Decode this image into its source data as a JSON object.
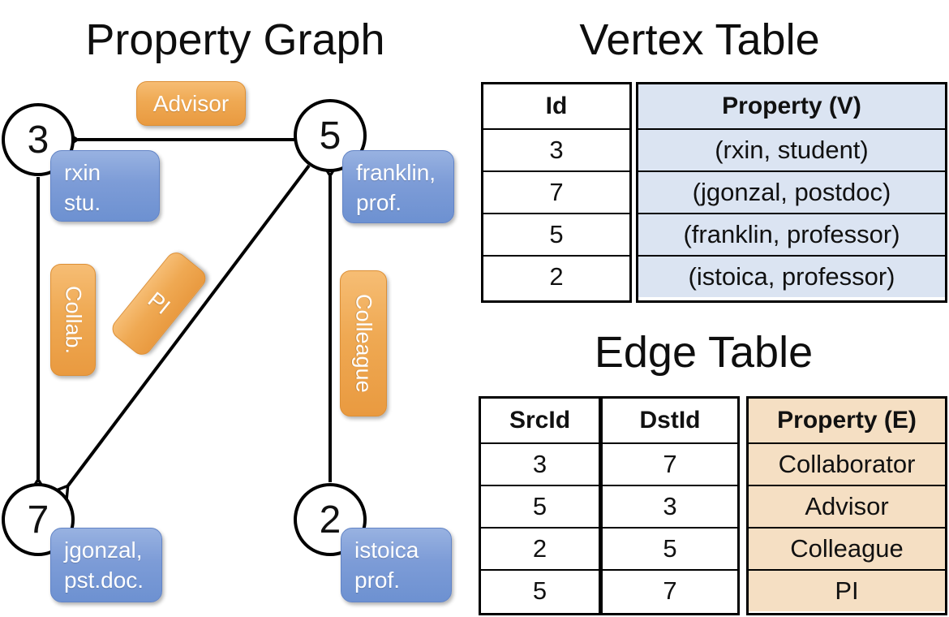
{
  "titles": {
    "graph": "Property Graph",
    "vertex_table": "Vertex Table",
    "edge_table": "Edge Table"
  },
  "graph": {
    "nodes": [
      {
        "id": "3",
        "label_line1": "rxin",
        "label_line2": "stu."
      },
      {
        "id": "5",
        "label_line1": "franklin,",
        "label_line2": "prof."
      },
      {
        "id": "7",
        "label_line1": "jgonzal,",
        "label_line2": "pst.doc."
      },
      {
        "id": "2",
        "label_line1": "istoica",
        "label_line2": "prof."
      }
    ],
    "edge_labels": {
      "advisor": "Advisor",
      "collab": "Collab.",
      "pi": "PI",
      "colleague": "Colleague"
    }
  },
  "vertex_table": {
    "headers": {
      "id": "Id",
      "property": "Property (V)"
    },
    "rows": [
      {
        "id": "3",
        "property": "(rxin, student)"
      },
      {
        "id": "7",
        "property": "(jgonzal, postdoc)"
      },
      {
        "id": "5",
        "property": "(franklin, professor)"
      },
      {
        "id": "2",
        "property": "(istoica, professor)"
      }
    ]
  },
  "edge_table": {
    "headers": {
      "src": "SrcId",
      "dst": "DstId",
      "property": "Property (E)"
    },
    "rows": [
      {
        "src": "3",
        "dst": "7",
        "property": "Collaborator"
      },
      {
        "src": "5",
        "dst": "3",
        "property": "Advisor"
      },
      {
        "src": "2",
        "dst": "5",
        "property": "Colleague"
      },
      {
        "src": "5",
        "dst": "7",
        "property": "PI"
      }
    ]
  },
  "colors": {
    "edge_line": "#000000",
    "node_fill": "#ffffff",
    "node_border": "#000000",
    "orange_label_top": "#f6bd74",
    "orange_label_bottom": "#e99a40",
    "blue_label_top": "#98b2e1",
    "blue_label_bottom": "#6d91d1",
    "vertex_property_bg": "#dbe4f2",
    "edge_property_bg": "#f5dfc3",
    "table_border": "#000000",
    "label_text": "#ffffff"
  }
}
